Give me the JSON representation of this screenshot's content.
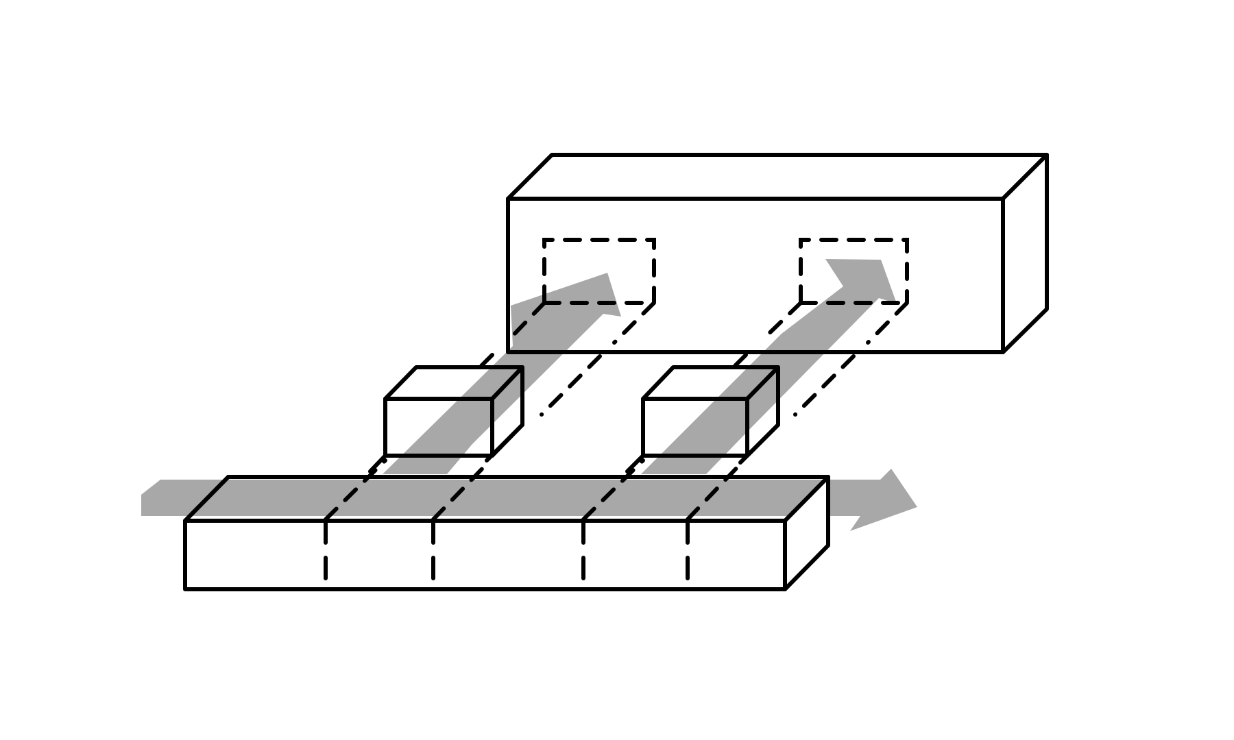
{
  "colors": {
    "stroke": "#000000",
    "arrow": "#a8a8a8",
    "face": "#ffffff",
    "background": "#ffffff"
  },
  "diagram": {
    "description_items": [
      "long-bar",
      "small-block-left",
      "small-block-right",
      "large-box",
      "dashed-target-left",
      "dashed-target-right",
      "horizontal-arrow",
      "diagonal-arrow-left",
      "diagonal-arrow-right"
    ]
  }
}
